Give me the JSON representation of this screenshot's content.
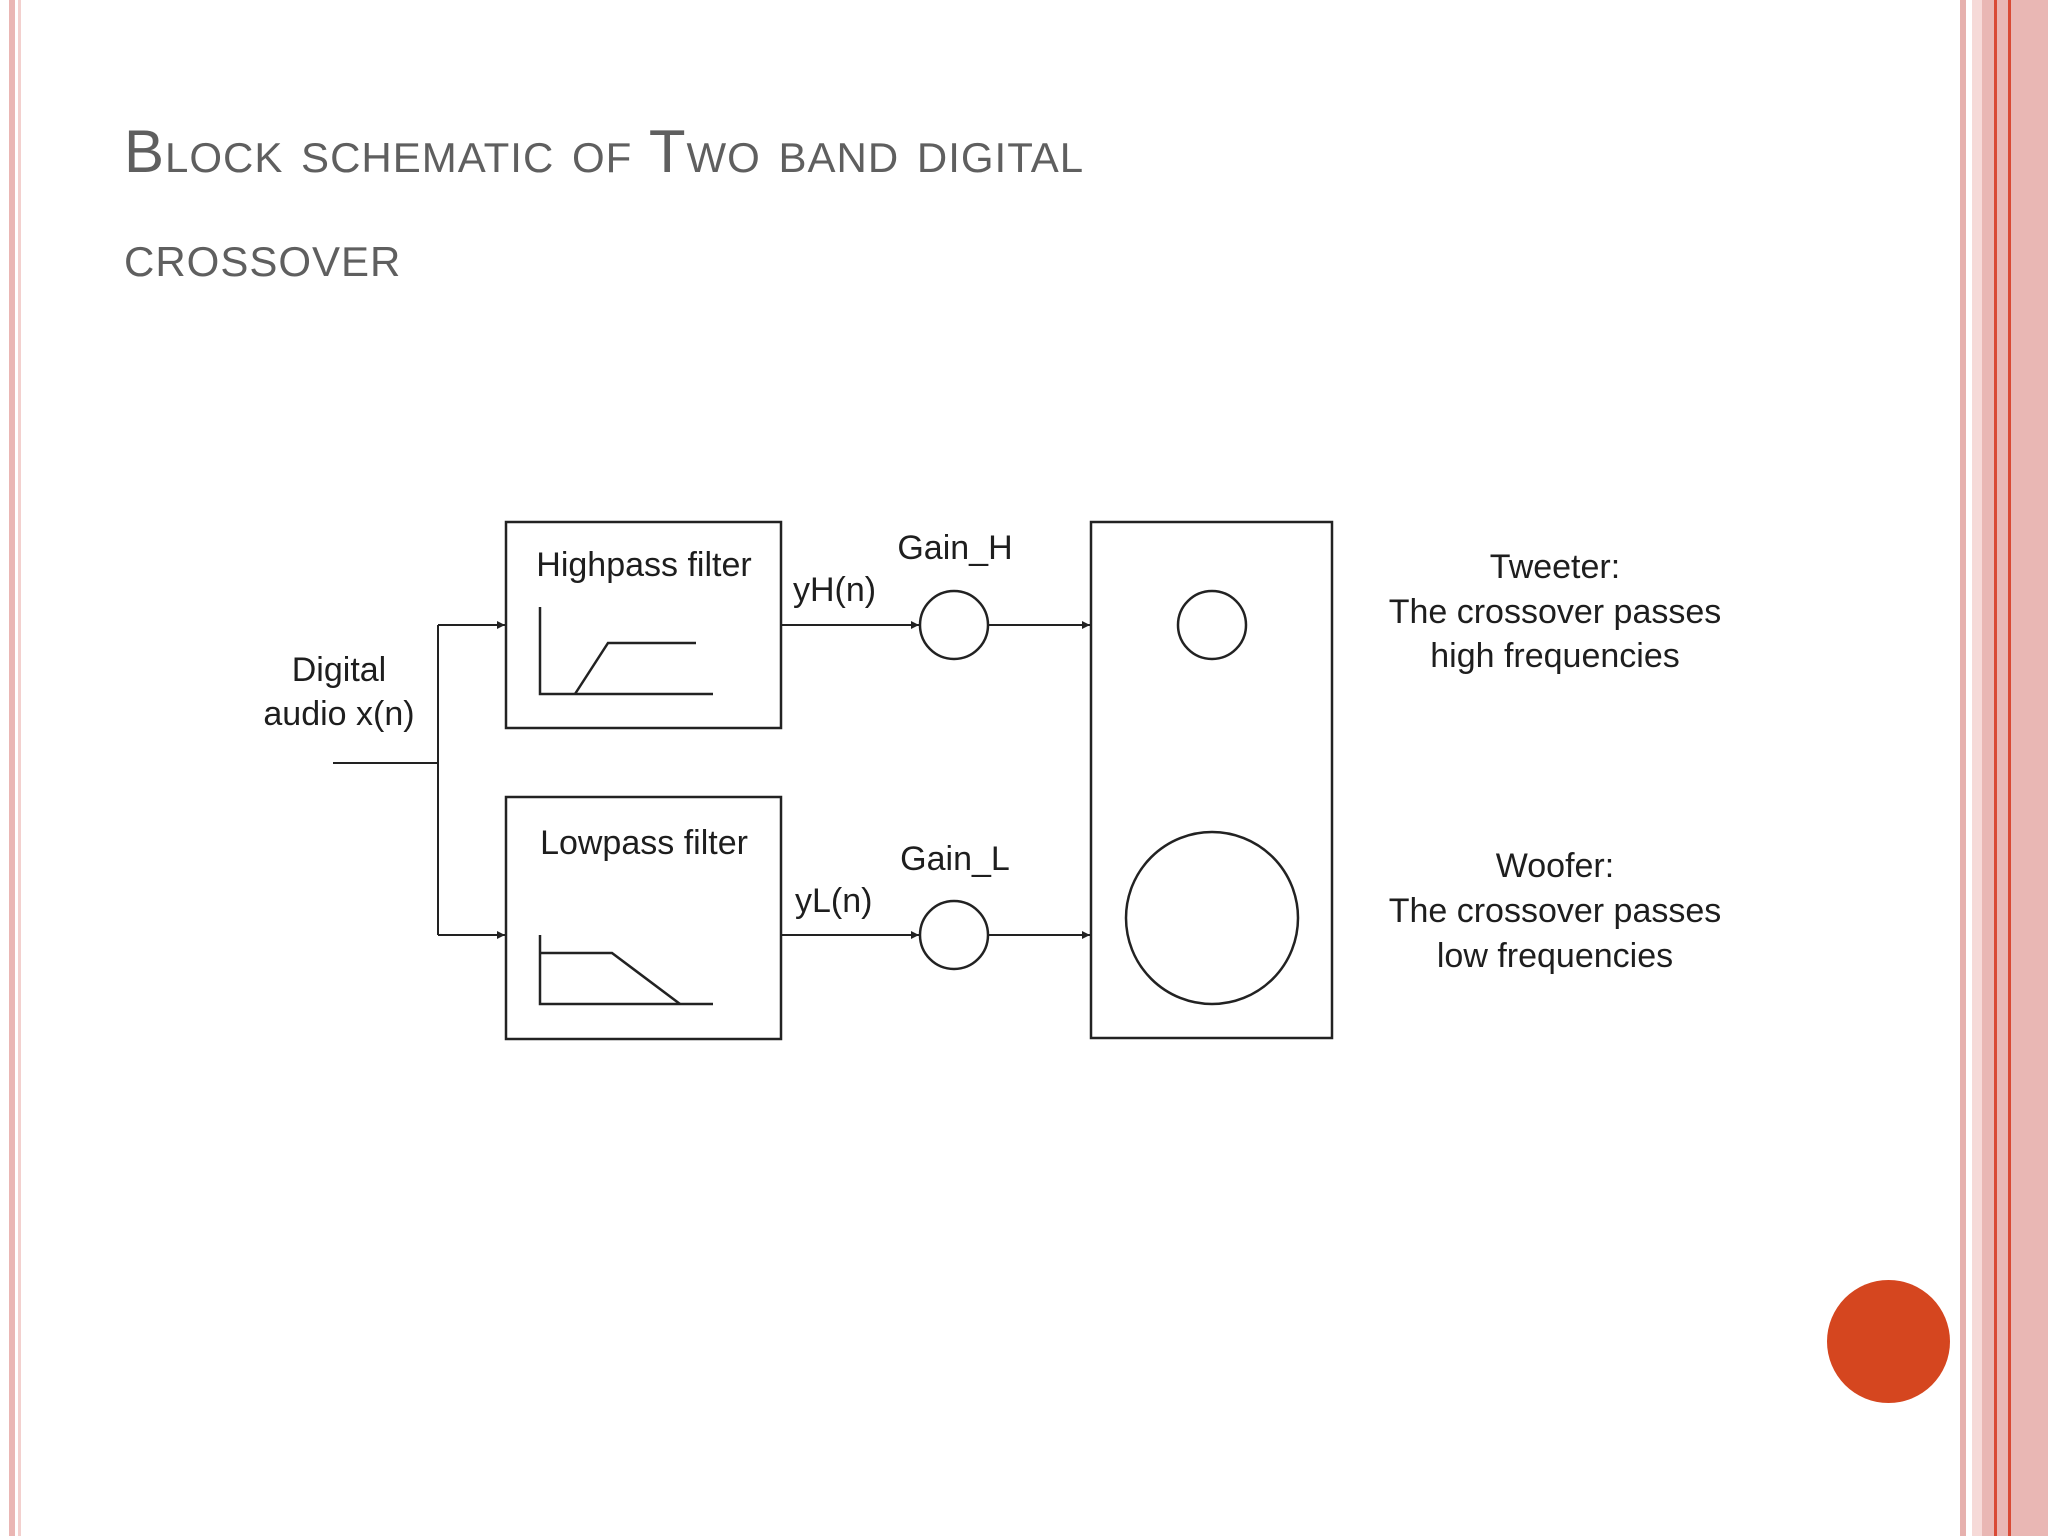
{
  "title": {
    "line1": "Block schematic of Two band digital",
    "line2": "crossover"
  },
  "diagram": {
    "input_label": [
      "Digital",
      "audio x(n)"
    ],
    "highpass": {
      "block_label": "Highpass filter",
      "output_signal": "yH(n)",
      "gain_label": "Gain_H"
    },
    "lowpass": {
      "block_label": "Lowpass filter",
      "output_signal": "yL(n)",
      "gain_label": "Gain_L"
    },
    "tweeter": {
      "lines": [
        "Tweeter:",
        "The crossover passes",
        "high frequencies"
      ]
    },
    "woofer": {
      "lines": [
        "Woofer:",
        "The crossover passes",
        "low frequencies"
      ]
    }
  },
  "colors": {
    "border_pink": "#e8b8b6",
    "border_pale": "#f3d3d1",
    "border_red": "#d94a35",
    "badge": "#d5461f",
    "title": "#5f5f5f",
    "diagram_ink": "#222222"
  }
}
